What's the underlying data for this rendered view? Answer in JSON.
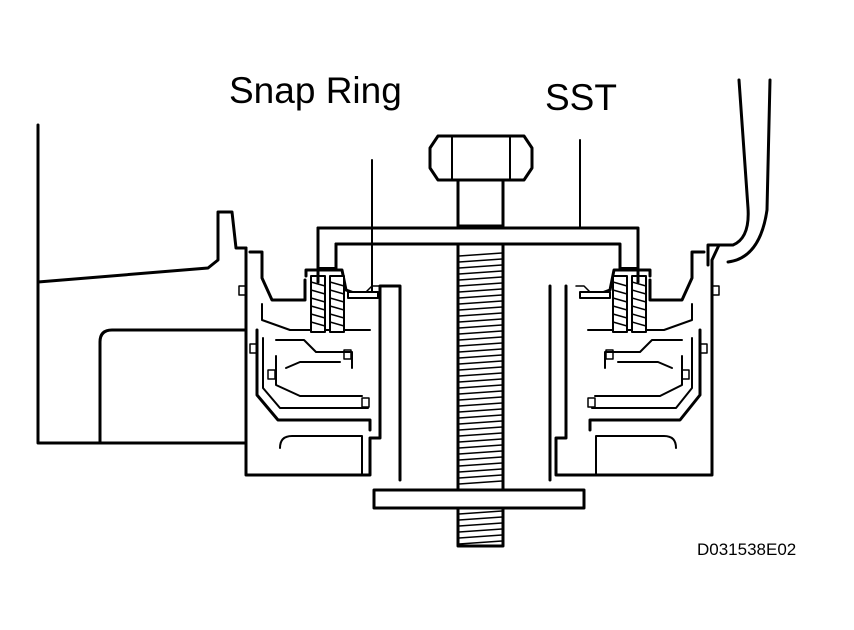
{
  "labels": {
    "snap_ring": "Snap Ring",
    "sst": "SST"
  },
  "figure_code": "D031538E02",
  "colors": {
    "line": "#000000",
    "background": "#ffffff"
  }
}
